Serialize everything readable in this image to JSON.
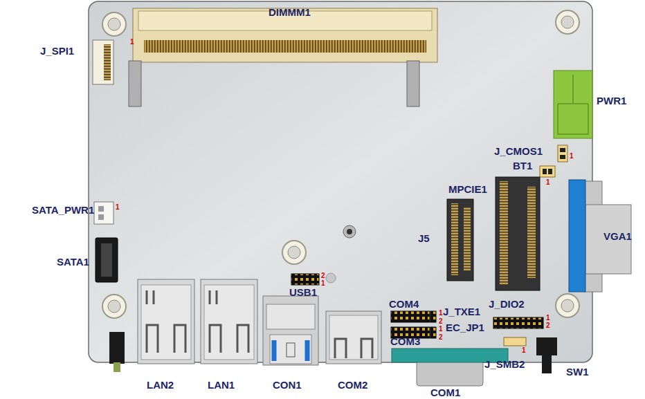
{
  "diagram": {
    "labels": [
      "DIMMM1",
      "J_SPI1",
      "1",
      "PWR1",
      "J_CMOS1",
      "1",
      "BT1",
      "1",
      "MPCIE1",
      "SATA_PWR1",
      "1",
      "VGA1",
      "J5",
      "SATA1",
      "2",
      "1",
      "USB1",
      "COM4",
      "1",
      "2",
      "J_TXE1",
      "J_DIO2",
      "1",
      "2",
      "1",
      "EC_JP1",
      "2",
      "COM3",
      "1",
      "LAN2",
      "LAN1",
      "CON1",
      "COM2",
      "J_SMB2",
      "SW1",
      "COM1"
    ]
  }
}
